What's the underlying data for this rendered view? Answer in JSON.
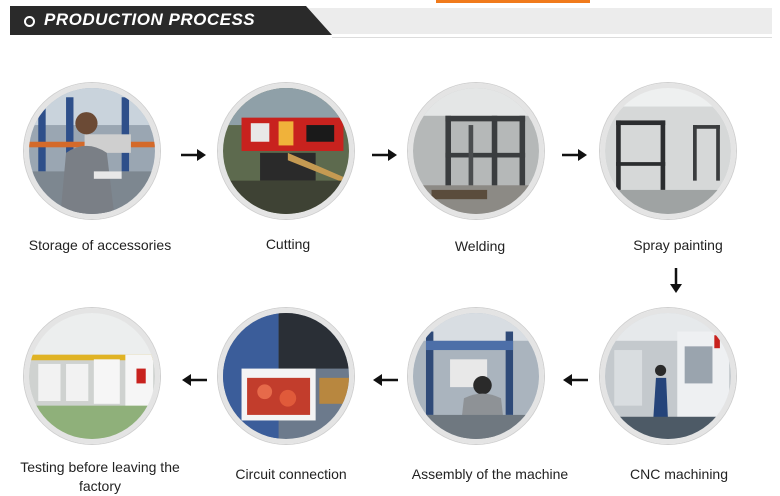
{
  "header": {
    "title": "PRODUCTION PROCESS",
    "accent_color": "#f07a1b",
    "tab_color": "#2a2a2a"
  },
  "steps": [
    {
      "label": "Storage of accessories"
    },
    {
      "label": "Cutting"
    },
    {
      "label": "Welding"
    },
    {
      "label": "Spray painting"
    },
    {
      "label": "CNC machining"
    },
    {
      "label": "Assembly of the machine"
    },
    {
      "label": "Circuit connection"
    },
    {
      "label": "Testing before leaving the factory"
    }
  ],
  "arrows": {
    "row1": "right-arrow-icon",
    "down": "down-arrow-icon",
    "row2": "left-arrow-icon"
  }
}
